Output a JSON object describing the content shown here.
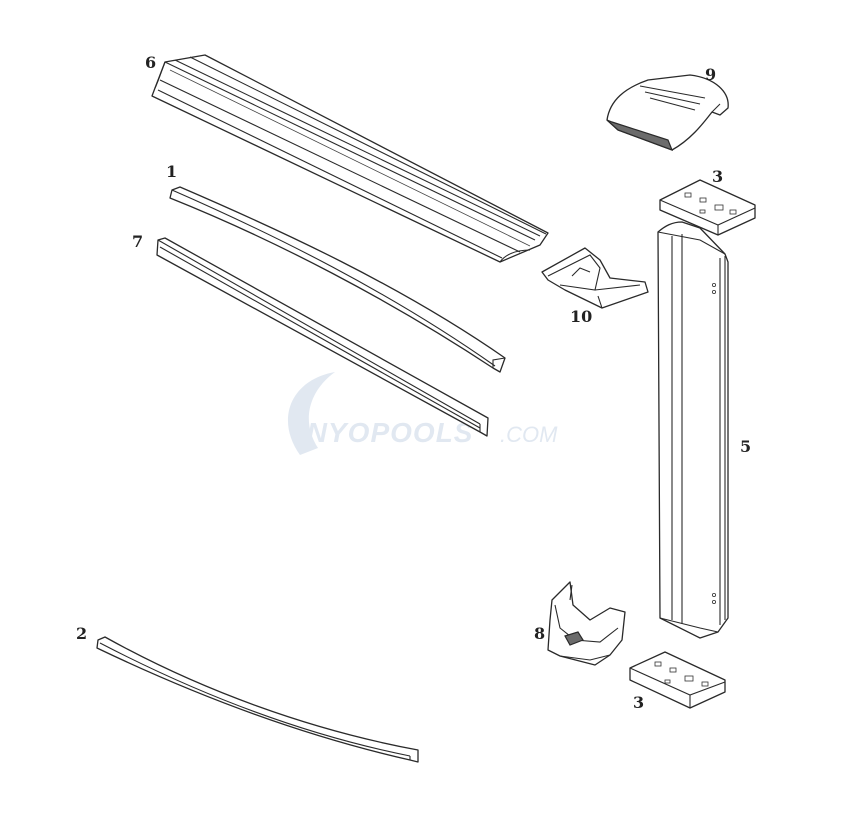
{
  "watermark": {
    "text_main": "INYOPOOLS",
    "text_suffix": ".COM",
    "color": "#c9d6e6"
  },
  "callouts": {
    "part_1": "1",
    "part_2": "2",
    "part_3_top": "3",
    "part_3_bottom": "3",
    "part_5": "5",
    "part_6": "6",
    "part_7": "7",
    "part_8": "8",
    "part_9": "9",
    "part_10": "10"
  },
  "parts": [
    {
      "id": "1",
      "icon": "top-rail-icon"
    },
    {
      "id": "2",
      "icon": "bottom-track-icon"
    },
    {
      "id": "3",
      "icon": "top-plate-icon"
    },
    {
      "id": "3",
      "icon": "bottom-plate-icon"
    },
    {
      "id": "5",
      "icon": "upright-icon"
    },
    {
      "id": "6",
      "icon": "top-ledge-icon"
    },
    {
      "id": "7",
      "icon": "stabilizer-rail-icon"
    },
    {
      "id": "8",
      "icon": "bottom-cuff-icon"
    },
    {
      "id": "9",
      "icon": "top-cap-icon"
    },
    {
      "id": "10",
      "icon": "ledge-connector-icon"
    }
  ]
}
